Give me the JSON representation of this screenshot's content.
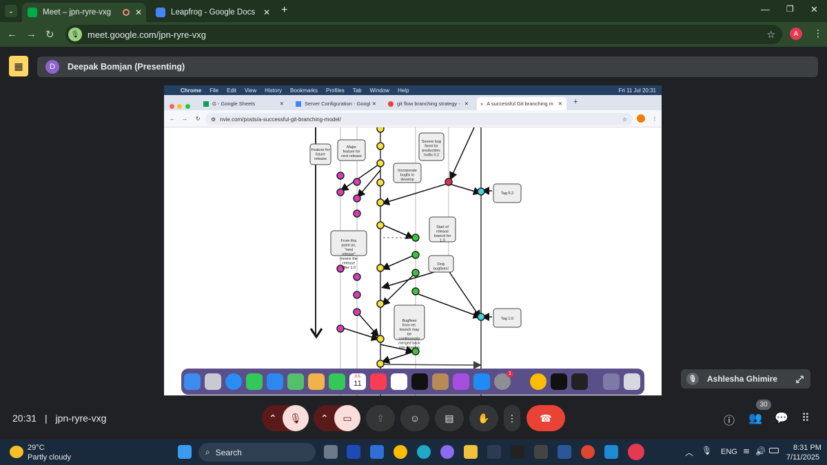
{
  "outer_tabs": [
    {
      "label": "Meet – jpn-ryre-vxg"
    },
    {
      "label": "Leapfrog - Google Docs"
    }
  ],
  "address": {
    "url": "meet.google.com/jpn-ryre-vxg"
  },
  "profile_initial": "A",
  "presenter": {
    "initial": "D",
    "label": "Deepak Bomjan (Presenting)"
  },
  "shared_screen": {
    "menu": [
      "Chrome",
      "File",
      "Edit",
      "View",
      "History",
      "Bookmarks",
      "Profiles",
      "Tab",
      "Window",
      "Help"
    ],
    "clock": "Fri 11 Jul  20:31",
    "tabs": [
      "G - Google Sheets",
      "Server Configuration - Googl",
      "git flow branching strategy - ",
      "A successful Git branching m"
    ],
    "url": "nvie.com/posts/a-successful-git-branching-model/",
    "notes": {
      "feature": "Feature for future release",
      "major": "Major feature for next release",
      "severe": "Severe bug fixed for production: hotfix 0.2",
      "incorporate": "Incorporate bugfix in develop",
      "tag02": "Tag 0.2",
      "start_release": "Start of release branch for 1.0",
      "from_point": "From this point on, \"next release\" means the release after 1.0",
      "only_bugfixes": "Only bugfixes!",
      "bugfixes_rel": "Bugfixes from rel. branch may be continuously merged back into develop",
      "tag10": "Tag 1.0"
    },
    "dock_badge": "1",
    "dock_date": {
      "month": "JUL",
      "day": "11"
    }
  },
  "participant": {
    "name": "Ashlesha Ghimire"
  },
  "meeting": {
    "time": "20:31",
    "code": "jpn-ryre-vxg",
    "people_count": "30"
  },
  "taskbar": {
    "weather_temp": "29°C",
    "weather_desc": "Partly cloudy",
    "search_label": "Search",
    "lang": "ENG",
    "time": "8:31 PM",
    "date": "7/11/2025"
  }
}
